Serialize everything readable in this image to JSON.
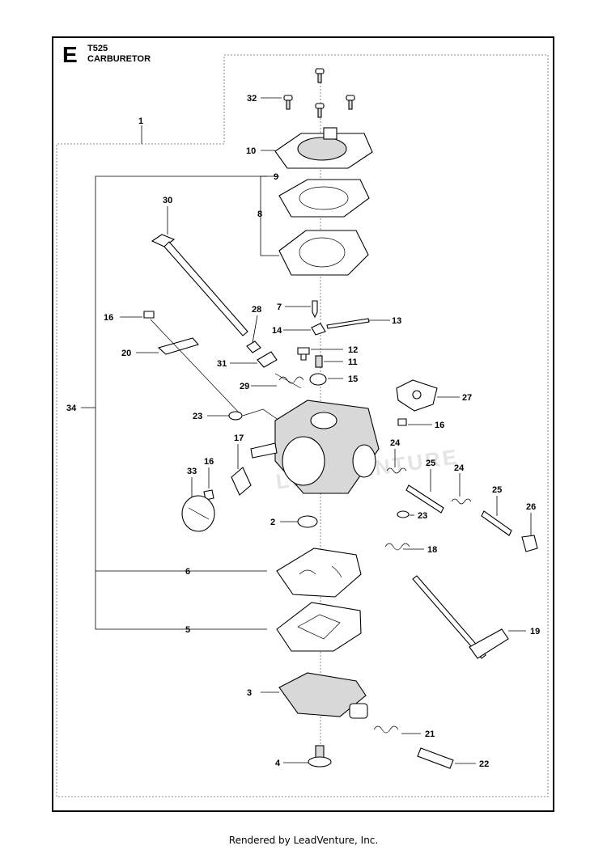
{
  "header": {
    "section_letter": "E",
    "model": "T525",
    "title": "CARBURETOR"
  },
  "watermark": "LEADVENTURE",
  "footer": {
    "text": "Rendered by LeadVenture, Inc."
  },
  "callouts": [
    {
      "id": "1",
      "label": "1"
    },
    {
      "id": "2",
      "label": "2"
    },
    {
      "id": "3",
      "label": "3"
    },
    {
      "id": "4",
      "label": "4"
    },
    {
      "id": "5",
      "label": "5"
    },
    {
      "id": "6",
      "label": "6"
    },
    {
      "id": "7",
      "label": "7"
    },
    {
      "id": "8",
      "label": "8"
    },
    {
      "id": "9",
      "label": "9"
    },
    {
      "id": "10",
      "label": "10"
    },
    {
      "id": "11",
      "label": "11"
    },
    {
      "id": "12",
      "label": "12"
    },
    {
      "id": "13",
      "label": "13"
    },
    {
      "id": "14",
      "label": "14"
    },
    {
      "id": "15",
      "label": "15"
    },
    {
      "id": "16a",
      "label": "16"
    },
    {
      "id": "16b",
      "label": "16"
    },
    {
      "id": "16c",
      "label": "16"
    },
    {
      "id": "17",
      "label": "17"
    },
    {
      "id": "18",
      "label": "18"
    },
    {
      "id": "19",
      "label": "19"
    },
    {
      "id": "20",
      "label": "20"
    },
    {
      "id": "21",
      "label": "21"
    },
    {
      "id": "22",
      "label": "22"
    },
    {
      "id": "23a",
      "label": "23"
    },
    {
      "id": "23b",
      "label": "23"
    },
    {
      "id": "24a",
      "label": "24"
    },
    {
      "id": "24b",
      "label": "24"
    },
    {
      "id": "25a",
      "label": "25"
    },
    {
      "id": "25b",
      "label": "25"
    },
    {
      "id": "26",
      "label": "26"
    },
    {
      "id": "27",
      "label": "27"
    },
    {
      "id": "28",
      "label": "28"
    },
    {
      "id": "29",
      "label": "29"
    },
    {
      "id": "30",
      "label": "30"
    },
    {
      "id": "31",
      "label": "31"
    },
    {
      "id": "32",
      "label": "32"
    },
    {
      "id": "33",
      "label": "33"
    },
    {
      "id": "34",
      "label": "34"
    }
  ]
}
